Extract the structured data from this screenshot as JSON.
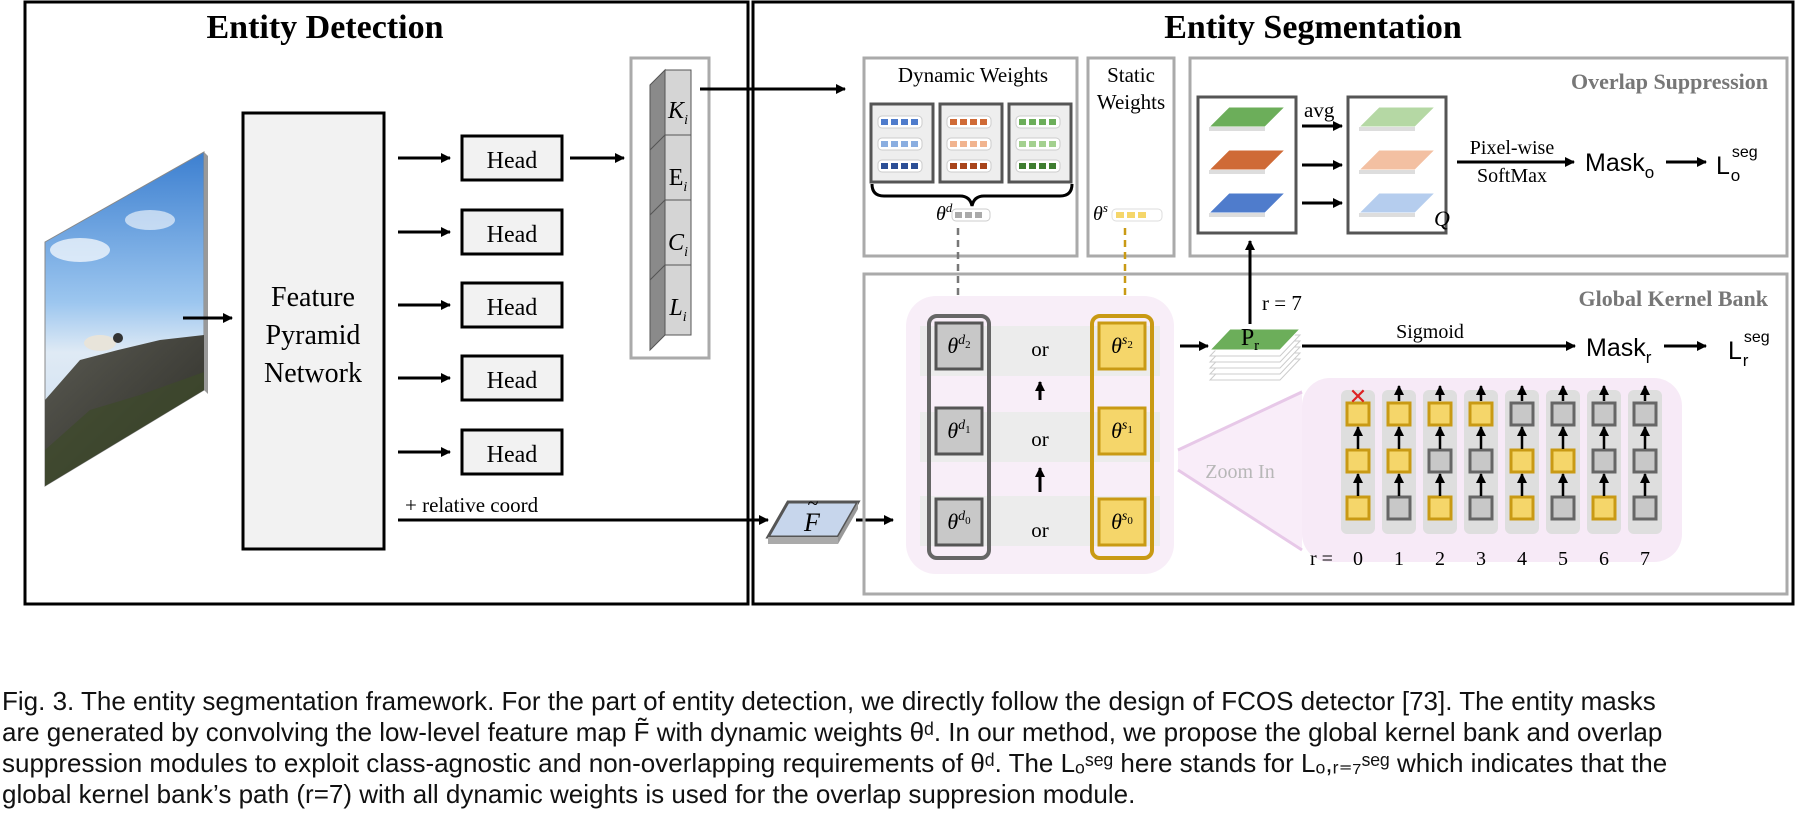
{
  "titles": {
    "detection": "Entity Detection",
    "segmentation": "Entity Segmentation"
  },
  "fpn": [
    "Feature",
    "Pyramid",
    "Network"
  ],
  "heads": [
    "Head",
    "Head",
    "Head",
    "Head",
    "Head"
  ],
  "stack_labels": [
    "K",
    "E",
    "C",
    "L"
  ],
  "stack_subscript": "i",
  "relative_coord": "+ relative coord",
  "feature_symbol": "F",
  "dynamic_weights": "Dynamic Weights",
  "static_weights": [
    "Static",
    "Weights"
  ],
  "theta_d": "θ",
  "theta_d_sup": "d",
  "theta_s": "θ",
  "theta_s_sup": "s",
  "overlap_title": "Overlap Suppression",
  "avg": "avg",
  "pixelwise": [
    "Pixel-wise",
    "SoftMax"
  ],
  "mask_o": "Mask",
  "mask_o_sub": "o",
  "loss": "L",
  "loss_sup": "seg",
  "loss_o_sub": "o",
  "q_label": "Q",
  "kernel_bank_title": "Global Kernel Bank",
  "r7": "r = 7",
  "pr": "P",
  "pr_sub": "r",
  "sigmoid": "Sigmoid",
  "mask_r": "Mask",
  "mask_r_sub": "r",
  "loss_r_sub": "r",
  "or": [
    "or",
    "or",
    "or"
  ],
  "zoom_in": "Zoom In",
  "r_eq": "r =",
  "r_values": [
    "0",
    "1",
    "2",
    "3",
    "4",
    "5",
    "6",
    "7"
  ],
  "kernel_rows": [
    {
      "d": "d",
      "d_sub": "2",
      "s": "s",
      "s_sub": "2"
    },
    {
      "d": "d",
      "d_sub": "1",
      "s": "s",
      "s_sub": "1"
    },
    {
      "d": "d",
      "d_sub": "0",
      "s": "s",
      "s_sub": "0"
    }
  ],
  "zoom_columns": [
    {
      "r": 0,
      "cells": [
        "static",
        "static",
        "static"
      ],
      "top": "x"
    },
    {
      "r": 1,
      "cells": [
        "dynamic",
        "static",
        "static"
      ],
      "top": "arrow"
    },
    {
      "r": 2,
      "cells": [
        "static",
        "dynamic",
        "static"
      ],
      "top": "arrow"
    },
    {
      "r": 3,
      "cells": [
        "dynamic",
        "dynamic",
        "static"
      ],
      "top": "arrow"
    },
    {
      "r": 4,
      "cells": [
        "static",
        "static",
        "dynamic"
      ],
      "top": "arrow"
    },
    {
      "r": 5,
      "cells": [
        "dynamic",
        "static",
        "dynamic"
      ],
      "top": "arrow"
    },
    {
      "r": 6,
      "cells": [
        "static",
        "dynamic",
        "dynamic"
      ],
      "top": "arrow"
    },
    {
      "r": 7,
      "cells": [
        "dynamic",
        "dynamic",
        "dynamic"
      ],
      "top": "arrow"
    }
  ],
  "colors": {
    "static_fill": "#f5d66a",
    "static_stroke": "#c99a14",
    "dynamic_fill": "#c8c8c8",
    "dynamic_stroke": "#666666",
    "green": "#6cae5a",
    "orange": "#cf6a36",
    "blue": "#4f7ccc",
    "red_x": "#dd2222"
  },
  "caption": [
    "Fig. 3. The entity segmentation framework. For the part of entity detection, we directly follow the design of FCOS detector [73]. The entity masks",
    "are generated by convolving the low-level feature map F̃ with dynamic weights θᵈ. In our method, we propose the global kernel bank and overlap",
    "suppression modules to exploit class-agnostic and non-overlapping requirements of θᵈ. The Lₒˢᵉᵍ here stands for Lₒ,ᵣ₌₇ˢᵉᵍ which indicates that the",
    "global kernel bank’s path (r=7) with all dynamic weights is used for the overlap suppresion module."
  ]
}
